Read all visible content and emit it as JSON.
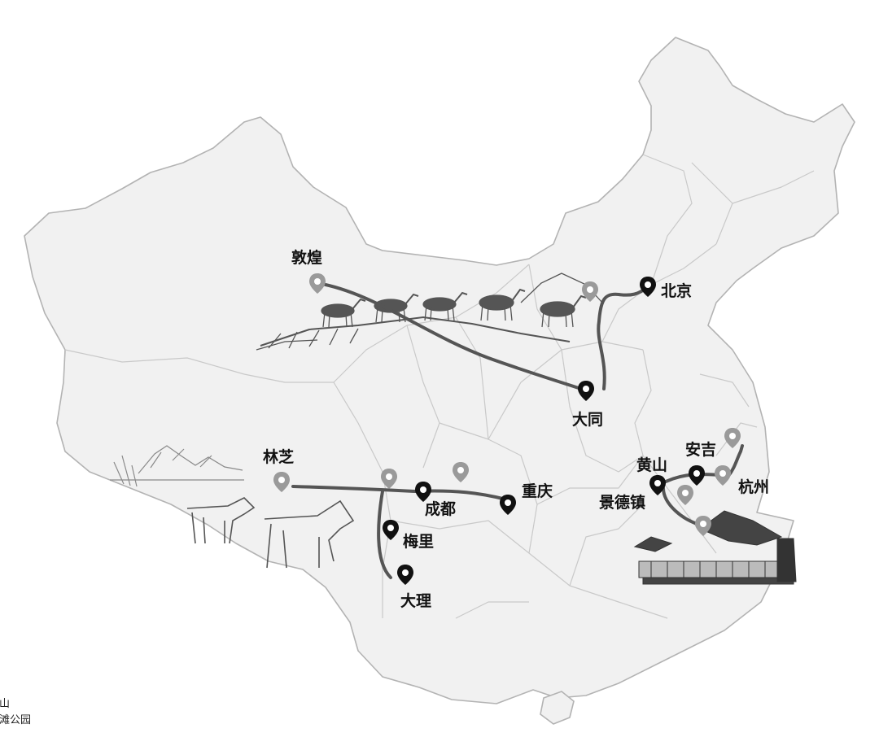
{
  "colors": {
    "land": "#f1f1f1",
    "border": "#c9c9c9",
    "outline": "#b3b3b3",
    "route": "#555555",
    "pin_visited": "#111111",
    "pin_transit": "#9a9a9a",
    "sketch": "#555555"
  },
  "cities": [
    {
      "id": "dunhuang",
      "name": "敦煌",
      "pin": "transit"
    },
    {
      "id": "beijing",
      "name": "北京",
      "pin": "visited"
    },
    {
      "id": "datong",
      "name": "大同",
      "pin": "visited"
    },
    {
      "id": "linzhi",
      "name": "林芝",
      "pin": "transit"
    },
    {
      "id": "chengdu",
      "name": "成都",
      "pin": "visited"
    },
    {
      "id": "chongqing",
      "name": "重庆",
      "pin": "visited"
    },
    {
      "id": "meili",
      "name": "梅里",
      "pin": "visited"
    },
    {
      "id": "dali",
      "name": "大理",
      "pin": "visited"
    },
    {
      "id": "huangshan",
      "name": "黄山",
      "pin": "visited"
    },
    {
      "id": "anji",
      "name": "安吉",
      "pin": "visited"
    },
    {
      "id": "jingdezhen",
      "name": "景德镇",
      "pin": "visited"
    },
    {
      "id": "hangzhou",
      "name": "杭州",
      "pin": "transit"
    }
  ],
  "legend": [
    "石山",
    "江滩公园"
  ],
  "illustrations": [
    "camel-caravan-sketch",
    "horse-sketch",
    "mountain-sketch",
    "pavilion-sketch"
  ]
}
